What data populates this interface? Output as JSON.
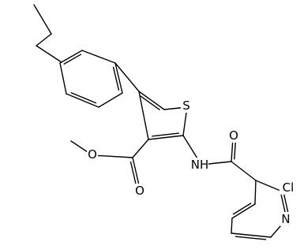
{
  "molecule": {
    "atoms": {
      "sulfur": "S",
      "ester_carbonyl_oxygen": "O",
      "ester_ether_oxygen": "O",
      "amide_oxygen": "O",
      "amide_nitrogen": "NH",
      "chlorine": "Cl",
      "pyridine_nitrogen": "N"
    }
  }
}
